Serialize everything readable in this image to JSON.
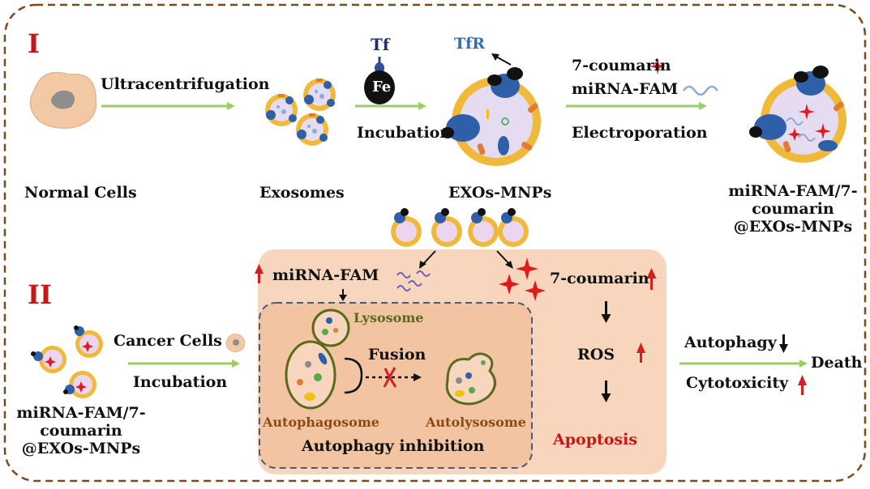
{
  "section_one": {
    "numeral": "I",
    "ultracentrifugation": "Ultracentrifugation",
    "normal_cells": "Normal Cells",
    "exosomes": "Exosomes",
    "tf": "Tf",
    "fe": "Fe",
    "incubation": "Incubation",
    "tfr": "TfR",
    "exos_mnps": "EXOs-MNPs",
    "coumarin": "7-coumarin",
    "mirna_fam": "miRNA-FAM",
    "electroporation": "Electroporation",
    "product_lines": [
      "miRNA-FAM/7-",
      "coumarin",
      "@EXOs-MNPs"
    ]
  },
  "section_two": {
    "numeral": "II",
    "cancer_cells": "Cancer Cells",
    "incubation": "Incubation",
    "product_lines": [
      "miRNA-FAM/7-",
      "coumarin",
      "@EXOs-MNPs"
    ],
    "mirna_fam": "miRNA-FAM",
    "coumarin": "7-coumarin",
    "lysosome": "Lysosome",
    "fusion": "Fusion",
    "autophagosome": "Autophagosome",
    "autolysosome": "Autolysosome",
    "autophagy_inhibition": "Autophagy inhibition",
    "ros": "ROS",
    "apoptosis": "Apoptosis",
    "autophagy": "Autophagy",
    "cytotoxicity": "Cytotoxicity",
    "death": "Death"
  },
  "colors": {
    "frame": "#7a4a1a",
    "arrow_green": "#9ccc65",
    "up_arrow": "#d32020",
    "star_red": "#e01b1b",
    "exosome_ring": "#f0b93a",
    "exosome_inside": "#e6dcf2",
    "cell_panel": "#f7d6bd",
    "inner_panel": "#f2c4a2",
    "dashed_border": "#4b5a78",
    "organelle_outline": "#5a6a1c",
    "normal_cell": "#f3c8a4",
    "nucleus": "#8e8e8e"
  }
}
